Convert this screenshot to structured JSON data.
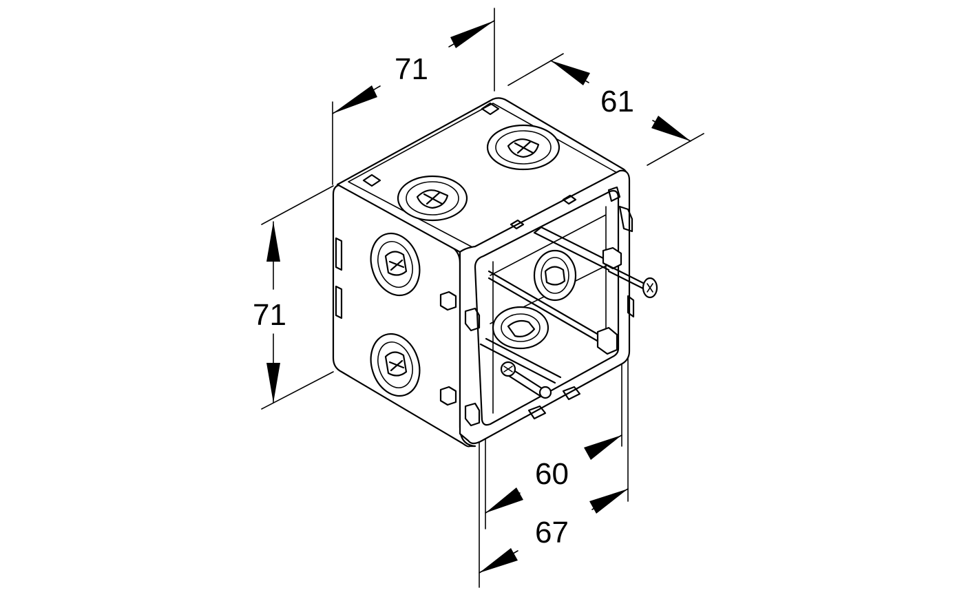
{
  "drawing": {
    "dimensions": {
      "top_width": "71",
      "top_depth": "61",
      "height": "71",
      "inner_width": "60",
      "outer_width": "67"
    }
  }
}
